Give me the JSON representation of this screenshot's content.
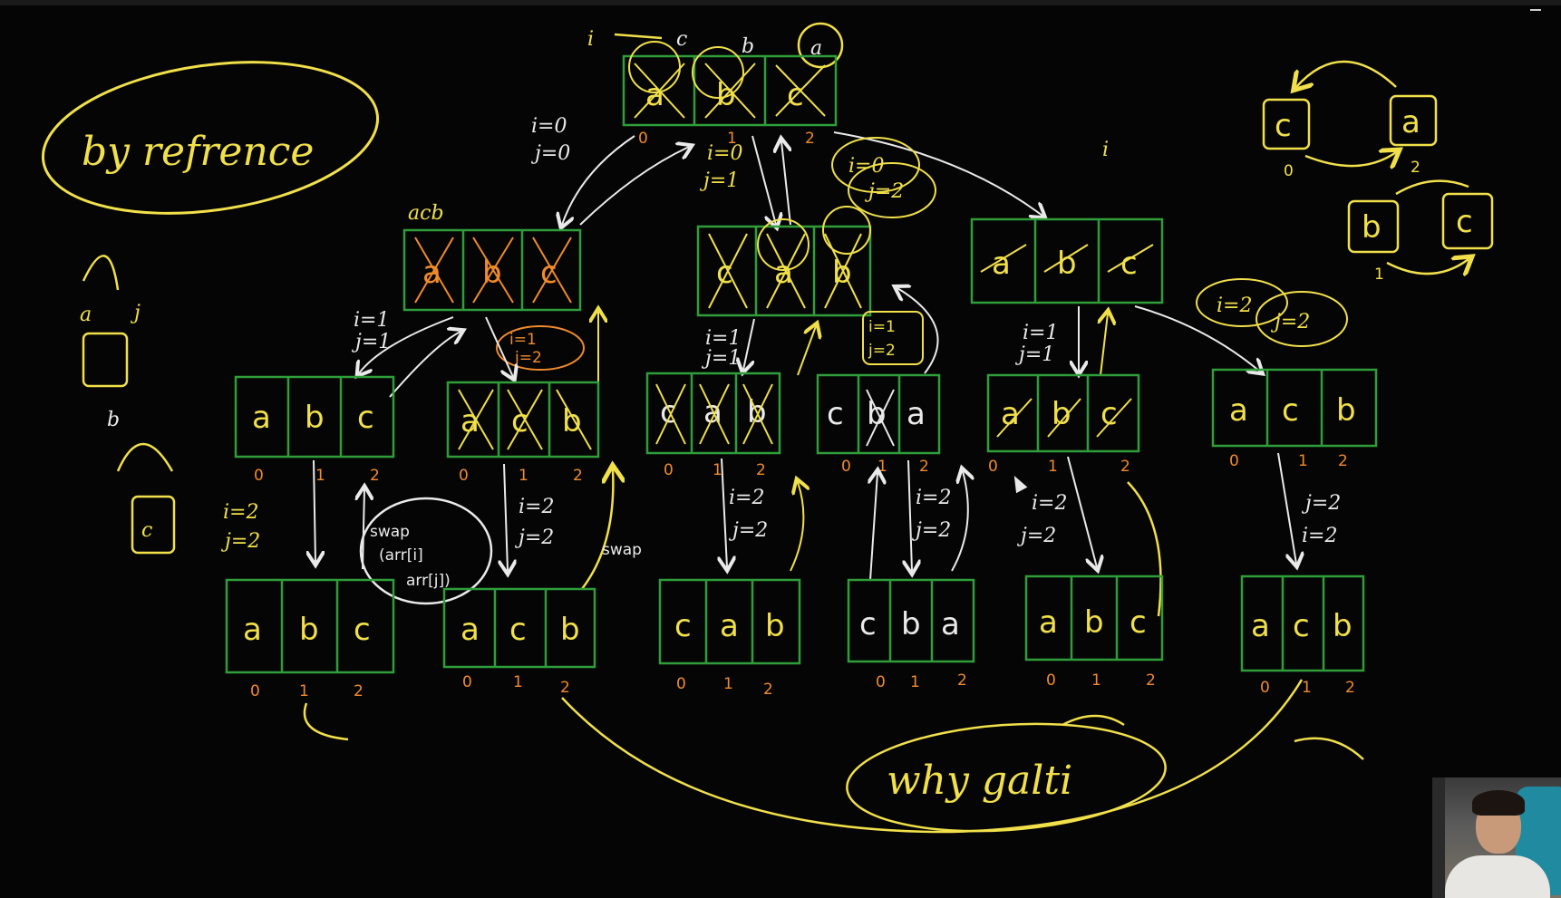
{
  "colors": {
    "background": "#050505",
    "box_stroke": "#2f9e3a",
    "ink_yellow": "#f1e04a",
    "ink_orange": "#f08a2a",
    "ink_white": "#eaeaea"
  },
  "notes": {
    "by_reference": "by refrence",
    "why_galti": "why galti",
    "swap": "swap",
    "swap_args": "(arr[i]",
    "swap_args2": "arr[j])",
    "i0": "i=0",
    "j0": "j=0",
    "i_label": "i",
    "j_label": "j"
  },
  "root": {
    "top_letters": [
      "c",
      "b",
      "a"
    ],
    "cells": [
      "a",
      "b",
      "c"
    ],
    "indices": [
      "0",
      "1",
      "2"
    ]
  },
  "level1": [
    {
      "cells": [
        "a",
        "b",
        "c"
      ],
      "overlay": "acb",
      "cond": [
        "i=1",
        "j=1"
      ],
      "cond2": [
        "i=1",
        "j=2"
      ]
    },
    {
      "cells": [
        "c",
        "a",
        "b"
      ],
      "cond": [
        "i=0",
        "j=1"
      ],
      "cond2": [
        "i=1",
        "j=1"
      ],
      "cond3": [
        "i=1",
        "j=2"
      ]
    },
    {
      "cells": [
        "a",
        "b",
        "c"
      ],
      "cond": [
        "i=0",
        "j=2"
      ],
      "cond2": [
        "i=1",
        "j=1"
      ],
      "cond3": [
        "i=2",
        "j=2"
      ]
    }
  ],
  "level2": [
    {
      "cells": [
        "a",
        "b",
        "c"
      ],
      "indices": [
        "0",
        "1",
        "2"
      ],
      "cond": [
        "i=2",
        "j=2"
      ]
    },
    {
      "cells": [
        "a",
        "c",
        "b"
      ],
      "indices": [
        "0",
        "1",
        "2"
      ],
      "cond": [
        "i=2",
        "j=2"
      ]
    },
    {
      "cells": [
        "c",
        "a",
        "b"
      ],
      "indices": [
        "0",
        "1",
        "2"
      ],
      "cond": [
        "i=2",
        "j=2"
      ]
    },
    {
      "cells": [
        "c",
        "b",
        "a"
      ],
      "indices": [
        "0",
        "1",
        "2"
      ],
      "cond": [
        "i=2",
        "j=2"
      ]
    },
    {
      "cells": [
        "a",
        "b",
        "c"
      ],
      "indices": [
        "0",
        "1",
        "2"
      ],
      "cond": [
        "i=2",
        "j=2"
      ]
    },
    {
      "cells": [
        "a",
        "c",
        "b"
      ],
      "indices": [
        "0",
        "1",
        "2"
      ],
      "cond": [
        "j=2",
        "i=2"
      ]
    }
  ],
  "leaves": [
    {
      "cells": [
        "a",
        "b",
        "c"
      ],
      "indices": [
        "0",
        "1",
        "2"
      ]
    },
    {
      "cells": [
        "a",
        "c",
        "b"
      ],
      "indices": [
        "0",
        "1",
        "2"
      ]
    },
    {
      "cells": [
        "c",
        "a",
        "b"
      ],
      "indices": [
        "0",
        "1",
        "2"
      ]
    },
    {
      "cells": [
        "c",
        "b",
        "a"
      ],
      "indices": [
        "0",
        "1",
        "2"
      ]
    },
    {
      "cells": [
        "a",
        "b",
        "c"
      ],
      "indices": [
        "0",
        "1",
        "2"
      ]
    },
    {
      "cells": [
        "a",
        "c",
        "b"
      ],
      "indices": [
        "0",
        "1",
        "2"
      ]
    }
  ],
  "side_sketch": {
    "letters_top": [
      "c",
      "a"
    ],
    "letters_bottom": [
      "b",
      "c"
    ],
    "idx_top": [
      "0",
      "2"
    ],
    "idx_bottom": [
      "1"
    ]
  },
  "left_sketch": {
    "letters": [
      "a",
      "b",
      "c"
    ]
  }
}
